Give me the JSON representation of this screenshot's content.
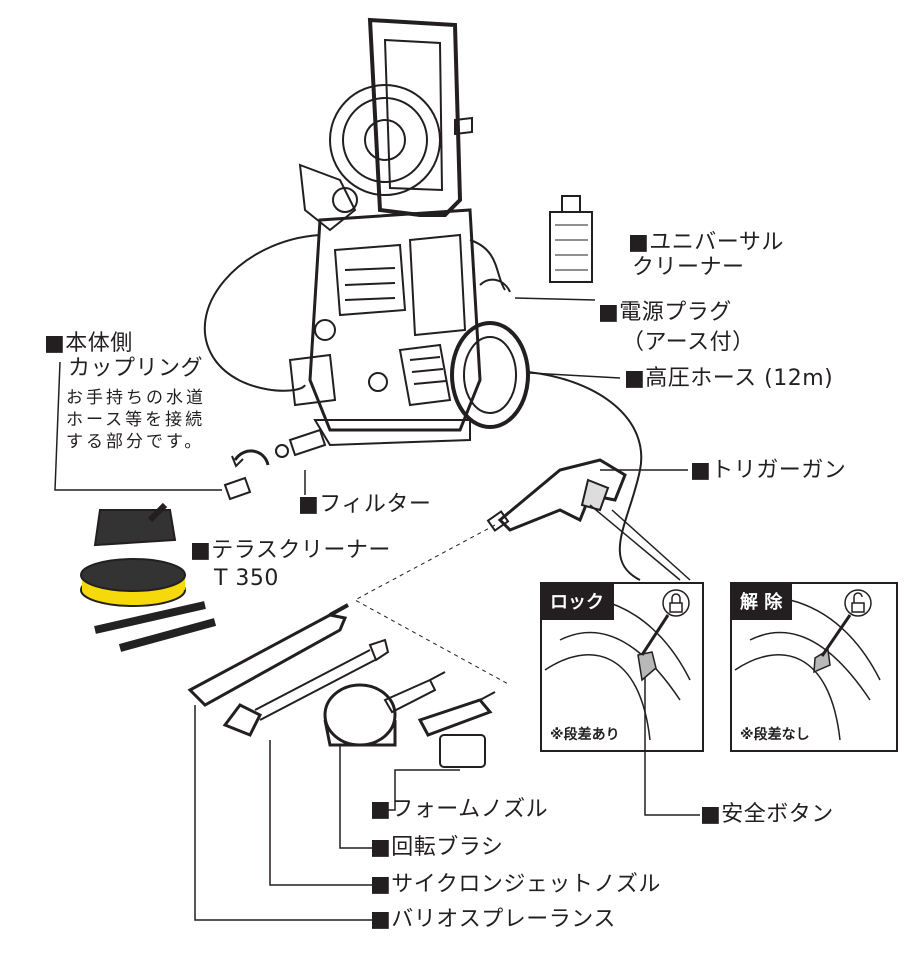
{
  "labels": {
    "universal_cleaner_1": "■ユニバーサル",
    "universal_cleaner_2": "クリーナー",
    "power_plug_1": "■電源プラグ",
    "power_plug_2": "（アース付）",
    "hose": "■高圧ホース (12m)",
    "coupling_1": "■本体側",
    "coupling_2": "カップリング",
    "coupling_desc": [
      "お手持ちの水道",
      "ホース等を接続",
      "する部分です。"
    ],
    "filter": "■フィルター",
    "trigger_gun": "■トリガーガン",
    "terrace_cleaner_1": "■テラスクリーナー",
    "terrace_cleaner_2": "T 350",
    "safety_button": "■安全ボタン",
    "foam_nozzle": "■フォームノズル",
    "rotary_brush": "■回転ブラシ",
    "cyclone_nozzle": "■サイクロンジェットノズル",
    "vario_lance": "■バリオスプレーランス"
  },
  "panels": {
    "lock": {
      "tag": "ロック",
      "note": "※段差あり"
    },
    "unlock": {
      "tag": "解 除",
      "note": "※段差なし"
    }
  },
  "colors": {
    "ink": "#231f20",
    "terrace_yellow": "#f5d90a",
    "button_gray": "#b8b8b8"
  }
}
